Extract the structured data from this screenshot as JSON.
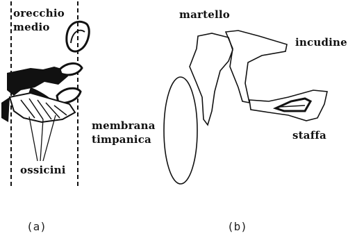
{
  "panel_a": {
    "label_middle_ear_1": "orecchio",
    "label_middle_ear_2": "medio",
    "label_ossicles": "ossicini",
    "caption": "(a)"
  },
  "panel_b": {
    "label_malleus": "martello",
    "label_incus": "incudine",
    "label_stapes": "staffa",
    "label_tympanic_1": "membrana",
    "label_tympanic_2": "timpanica",
    "caption": "(b)"
  }
}
